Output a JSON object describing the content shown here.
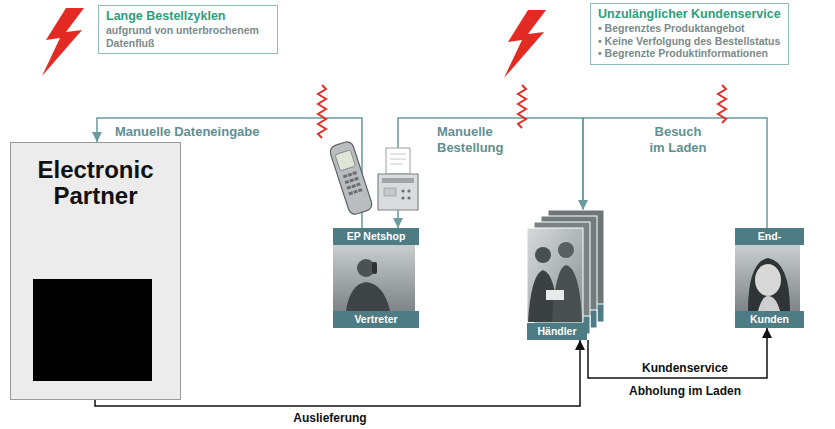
{
  "diagram": {
    "nodes": [
      {
        "text": [
          "Lange Bestellzyklen",
          "aufgrund von unterbrochenem Datenfluß"
        ]
      },
      {
        "text": [
          "Unzulänglicher Kundenservice",
          "• Begrenztes Produktangebot",
          "• Keine Verfolgung des Bestellstatus",
          "• Begrenzte Produktinformationen"
        ]
      },
      {
        "text": [
          "Electronic Partner"
        ]
      },
      {
        "text": [
          "EP Netshop",
          "Vertreter"
        ]
      },
      {
        "text": [
          "Händler"
        ]
      },
      {
        "text": [
          "End-",
          "Kunden"
        ]
      }
    ],
    "edges": [
      {
        "from": 3,
        "to": 2,
        "arrow": "to",
        "label": "Manuelle Dateneingabe"
      },
      {
        "from": 4,
        "to": 3,
        "arrow": "to",
        "label": "Manuelle Bestellung"
      },
      {
        "from": 5,
        "to": 4,
        "arrow": "to",
        "label": "Besuch im Laden"
      },
      {
        "from": 2,
        "to": 4,
        "arrow": "to",
        "label": "Auslieferung"
      },
      {
        "from": 4,
        "to": 5,
        "arrow": "to",
        "label": "Kundenservice"
      }
    ],
    "labels": [
      "Abholung im Laden"
    ]
  }
}
